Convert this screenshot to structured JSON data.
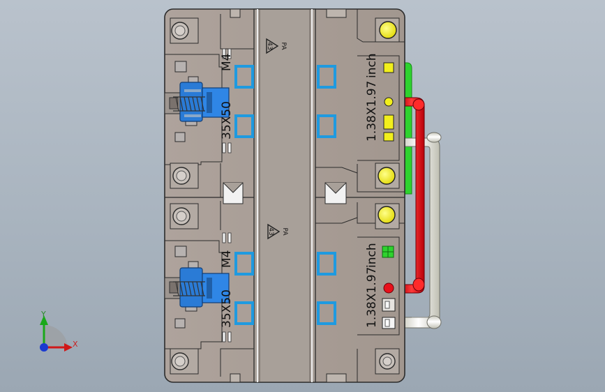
{
  "model": {
    "upper_module": {
      "recycle_code": "43",
      "recycle_material": "PA",
      "thread_label": "M4",
      "size_label": "35X50",
      "unit_label": "inch",
      "dimension_label": "1.38X1.97"
    },
    "lower_module": {
      "recycle_code": "43",
      "recycle_material": "PA",
      "thread_label": "M4",
      "size_label": "35X50",
      "unit_label": "inch",
      "dimension_label": "1.38X1.97"
    }
  },
  "triad": {
    "x_label": "X",
    "y_label": "Y"
  },
  "colors": {
    "body": "#a79c95",
    "outline": "#2b2b2b",
    "accent_blue": "#2a7bd6",
    "square_blue": "#1e9ae0",
    "yellow": "#f2ef1c",
    "green": "#2ed32e",
    "red": "#e8101a",
    "white_pipe": "#f1f1ea"
  }
}
